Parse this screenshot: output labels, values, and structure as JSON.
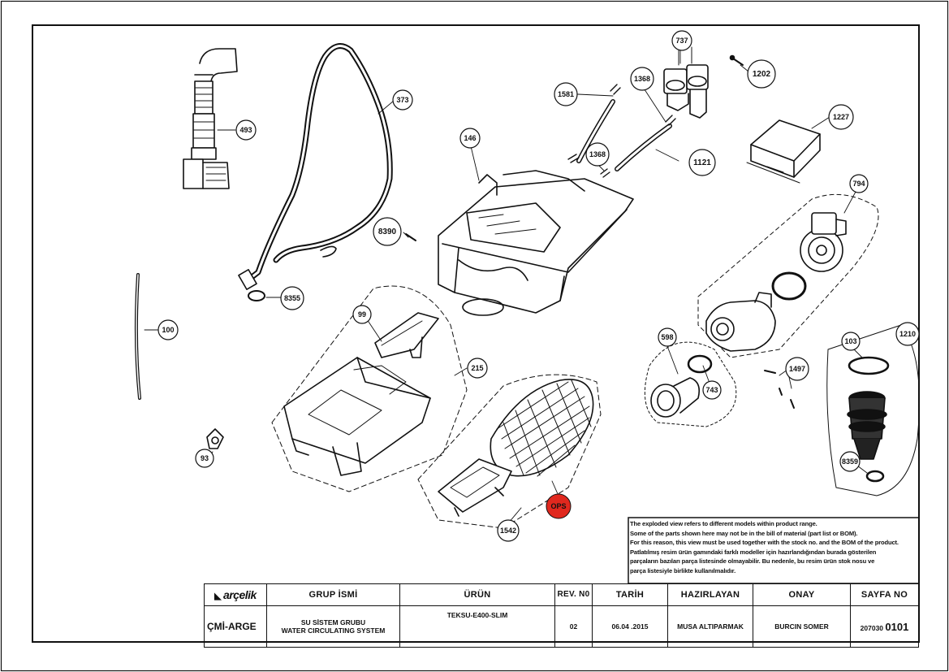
{
  "diagram": {
    "callouts": [
      {
        "id": "c493",
        "label": "493"
      },
      {
        "id": "c373",
        "label": "373"
      },
      {
        "id": "c146",
        "label": "146"
      },
      {
        "id": "c1581",
        "label": "1581"
      },
      {
        "id": "c1368a",
        "label": "1368"
      },
      {
        "id": "c737",
        "label": "737"
      },
      {
        "id": "c1202",
        "label": "1202"
      },
      {
        "id": "c1227",
        "label": "1227"
      },
      {
        "id": "c1368b",
        "label": "1368"
      },
      {
        "id": "c1121",
        "label": "1121"
      },
      {
        "id": "c8390",
        "label": "8390"
      },
      {
        "id": "c794",
        "label": "794"
      },
      {
        "id": "c8355",
        "label": "8355"
      },
      {
        "id": "c100",
        "label": "100"
      },
      {
        "id": "c99",
        "label": "99"
      },
      {
        "id": "c215",
        "label": "215"
      },
      {
        "id": "c598",
        "label": "598"
      },
      {
        "id": "c743",
        "label": "743"
      },
      {
        "id": "c1497",
        "label": "1497"
      },
      {
        "id": "c103",
        "label": "103"
      },
      {
        "id": "c1210",
        "label": "1210"
      },
      {
        "id": "c93",
        "label": "93"
      },
      {
        "id": "c8359",
        "label": "8359"
      },
      {
        "id": "c1542",
        "label": "1542"
      },
      {
        "id": "cops",
        "label": "OPS"
      }
    ],
    "ops_color": "#e0281e"
  },
  "notes": [
    "The exploded view refers to different models within product range.",
    "Some of the parts shown here may not be in the bill of material (part list or BOM).",
    "For this reason, this view must be used together with the stock no. and the BOM of the product.",
    "Patlatılmış resim ürün gamındaki farklı modeller için hazırlandığından burada gösterilen",
    "parçaların bazıları parça listesinde olmayabilir. Bu nedenle, bu resim ürün stok nosu ve",
    "parça listesiyle birlikte kullanılmalıdır."
  ],
  "titleblock": {
    "logo": "arçelik",
    "headers": {
      "group": "GRUP İSMİ",
      "product": "ÜRÜN",
      "rev": "REV. N0",
      "date": "TARİH",
      "prepared": "HAZIRLAYAN",
      "approval": "ONAY",
      "page": "SAYFA NO"
    },
    "values": {
      "department": "ÇMİ-ARGE",
      "group_tr": "SU SİSTEM GRUBU",
      "group_en": "WATER CIRCULATING SYSTEM",
      "product": "TEKSU-E400-SLIM",
      "rev": "02",
      "date": "06.04 .2015",
      "prepared": "MUSA ALTIPARMAK",
      "approval": "BURCIN SOMER",
      "page_prefix": "207030",
      "page_number": "0101"
    }
  }
}
